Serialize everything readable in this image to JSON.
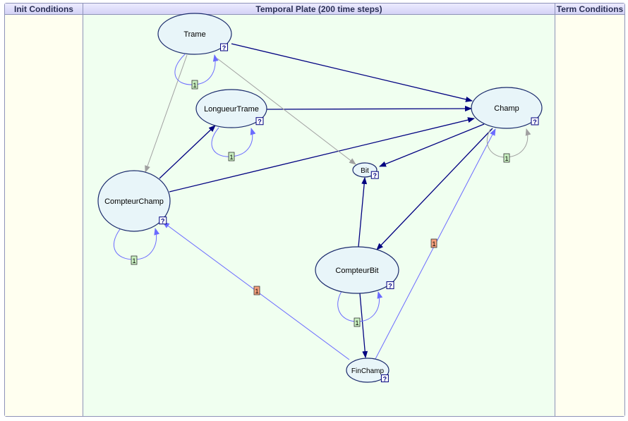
{
  "headers": {
    "init": "Init Conditions",
    "temporal": "Temporal Plate (200 time steps)",
    "term": "Term Conditions"
  },
  "nodes": [
    {
      "id": "trame",
      "label": "Trame",
      "badge": "?"
    },
    {
      "id": "longueur-trame",
      "label": "LongueurTrame",
      "badge": "?"
    },
    {
      "id": "champ",
      "label": "Champ",
      "badge": "?"
    },
    {
      "id": "bit",
      "label": "Bit",
      "badge": "?"
    },
    {
      "id": "compteur-champ",
      "label": "CompteurChamp",
      "badge": "?"
    },
    {
      "id": "compteur-bit",
      "label": "CompteurBit",
      "badge": "?"
    },
    {
      "id": "fin-champ",
      "label": "FinChamp",
      "badge": "?"
    }
  ],
  "temporal_labels": [
    "1",
    "1",
    "1",
    "1",
    "1",
    "1",
    "1"
  ],
  "colors": {
    "node_fill": "#e8f5f9",
    "node_stroke": "#1a2a6c",
    "strong_arc": "#000080",
    "temporal_arc": "#6b6bff",
    "weak_arc": "#a0a0a0",
    "self_label_fill": "#c8f0c0",
    "cross_label_fill": "#f6a07c",
    "badge_fill": "#ffffff",
    "badge_stroke": "#000080"
  }
}
